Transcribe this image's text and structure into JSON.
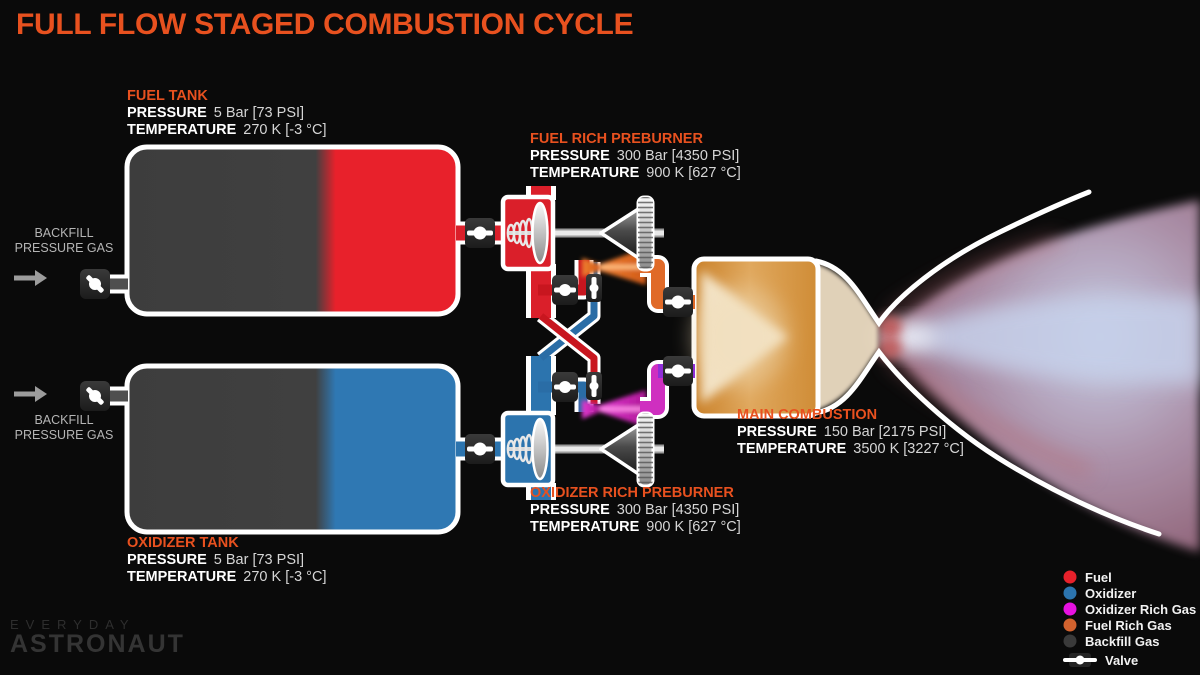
{
  "title": "FULL FLOW STAGED COMBUSTION CYCLE",
  "panels": {
    "fuel_tank": {
      "heading": "FUEL TANK",
      "pressure_label": "PRESSURE",
      "pressure_value": "5 Bar [73 PSI]",
      "temperature_label": "TEMPERATURE",
      "temperature_value": "270 K [-3 °C]"
    },
    "fuel_preburner": {
      "heading": "FUEL RICH PREBURNER",
      "pressure_label": "PRESSURE",
      "pressure_value": "300 Bar [4350 PSI]",
      "temperature_label": "TEMPERATURE",
      "temperature_value": "900 K [627 °C]"
    },
    "oxidizer_preburner": {
      "heading": "OXIDIZER RICH PREBURNER",
      "pressure_label": "PRESSURE",
      "pressure_value": "300 Bar [4350 PSI]",
      "temperature_label": "TEMPERATURE",
      "temperature_value": "900 K [627 °C]"
    },
    "main_combustion": {
      "heading": "MAIN COMBUSTION",
      "pressure_label": "PRESSURE",
      "pressure_value": "150 Bar [2175 PSI]",
      "temperature_label": "TEMPERATURE",
      "temperature_value": "3500 K [3227 °C]"
    },
    "oxidizer_tank": {
      "heading": "OXIDIZER TANK",
      "pressure_label": "PRESSURE",
      "pressure_value": "5 Bar [73 PSI]",
      "temperature_label": "TEMPERATURE",
      "temperature_value": "270 K [-3 °C]"
    }
  },
  "backfill_top": {
    "line1": "BACKFILL",
    "line2": "PRESSURE GAS"
  },
  "backfill_bottom": {
    "line1": "BACKFILL",
    "line2": "PRESSURE GAS"
  },
  "legend": {
    "items": [
      {
        "label": "Fuel",
        "color": "#e8212b"
      },
      {
        "label": "Oxidizer",
        "color": "#2c74ae"
      },
      {
        "label": "Oxidizer Rich Gas",
        "color": "#e711e0"
      },
      {
        "label": "Fuel Rich Gas",
        "color": "#d2622e"
      },
      {
        "label": "Backfill Gas",
        "color": "#3a3a3a"
      }
    ],
    "valve_label": "Valve"
  },
  "watermark": {
    "line1": "EVERYDAY",
    "line2": "ASTRONAUT"
  },
  "colors": {
    "background": "#0a0a0a",
    "accent_orange": "#e8511f",
    "fuel_red": "#e8212b",
    "oxidizer_blue": "#2c74ae",
    "oxidizer_rich_magenta": "#cf2fc0",
    "fuel_rich_orange": "#d2622e",
    "backfill_gray": "#3f3f3f",
    "purple_inlet": "#8f2ed8",
    "white_outline": "#ffffff"
  }
}
